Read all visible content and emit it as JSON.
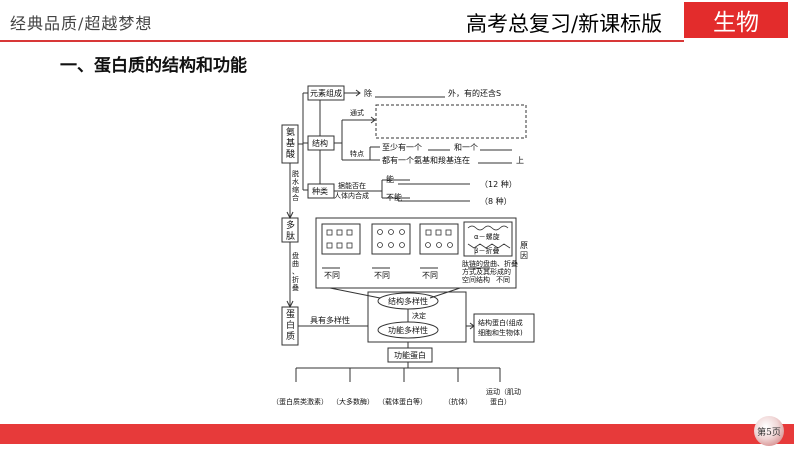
{
  "header": {
    "left_text": "经典品质/超越梦想",
    "title": "高考总复习/新课标版",
    "subject": "生物"
  },
  "section_title": "一、蛋白质的结构和功能",
  "diagram": {
    "left_chain": [
      "氨基酸",
      "多肽",
      "蛋白质"
    ],
    "vertical_labels": [
      "脱水缩合",
      "盘曲、折叠"
    ],
    "elements_box": "元素组成",
    "elements_prefix": "除",
    "elements_suffix": "外，有的还含S",
    "structure_box": "结构",
    "general_formula_label": "通式",
    "feature_label": "特点",
    "feature_line1_a": "至少有一个",
    "feature_line1_b": "和一个",
    "feature_line2_a": "都有一个氨基和羧基连在",
    "feature_line2_b": "上",
    "kinds_box": "种类",
    "kinds_criterion": "据能否在人体内合成",
    "kinds_can": "能",
    "kinds_cannot": "不能",
    "kinds_count_1": "（12 种）",
    "kinds_count_2": "（8 种）",
    "helix_label": "α－螺旋",
    "sheet_label": "β－折叠",
    "diff_labels": [
      "不同",
      "不同",
      "不同"
    ],
    "fold_label": "肽链的盘曲、折叠方式及其形成的空间结构",
    "fold_diff": "不同",
    "reason_label": "原因",
    "structure_diversity": "结构多样性",
    "determines": "决定",
    "function_diversity": "功能多样性",
    "has_diversity": "具有多样性",
    "structural_protein": "结构蛋白(组成细胞和生物体)",
    "functional_protein": "功能蛋白",
    "function_items": [
      "（蛋白质类激素）",
      "（大多数酶）",
      "（载体蛋白等）",
      "（抗体）",
      "运动（肌动蛋白）"
    ]
  },
  "page_number": "第5页"
}
